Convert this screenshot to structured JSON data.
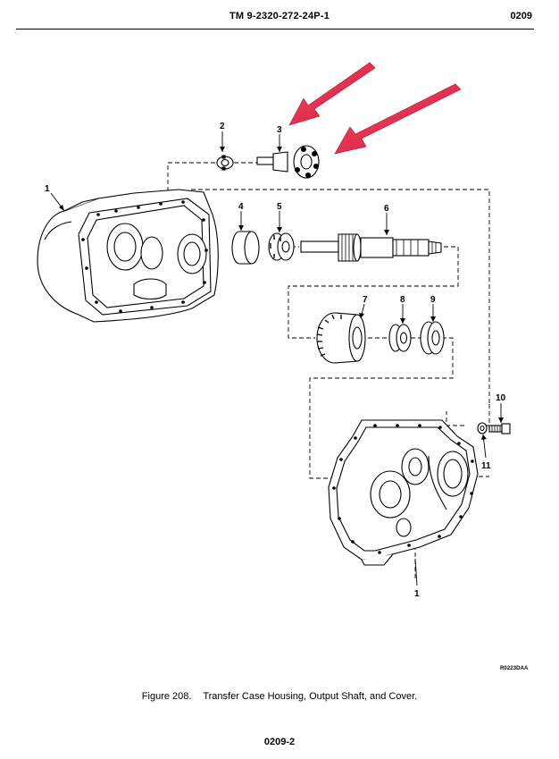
{
  "header": {
    "doc_number": "TM 9-2320-272-24P-1",
    "section": "0209"
  },
  "callouts": {
    "c1a": "1",
    "c1b": "1",
    "c2": "2",
    "c3": "3",
    "c4": "4",
    "c5": "5",
    "c6": "6",
    "c7": "7",
    "c8": "8",
    "c9": "9",
    "c10": "10",
    "c11": "11"
  },
  "figure": {
    "ref_code": "R0223DAA",
    "number": "Figure  208.",
    "title": "Transfer Case Housing, Output Shaft, and Cover."
  },
  "colors": {
    "arrow": "#e0294a",
    "line": "#000000"
  },
  "footer": {
    "page": "0209-2"
  }
}
